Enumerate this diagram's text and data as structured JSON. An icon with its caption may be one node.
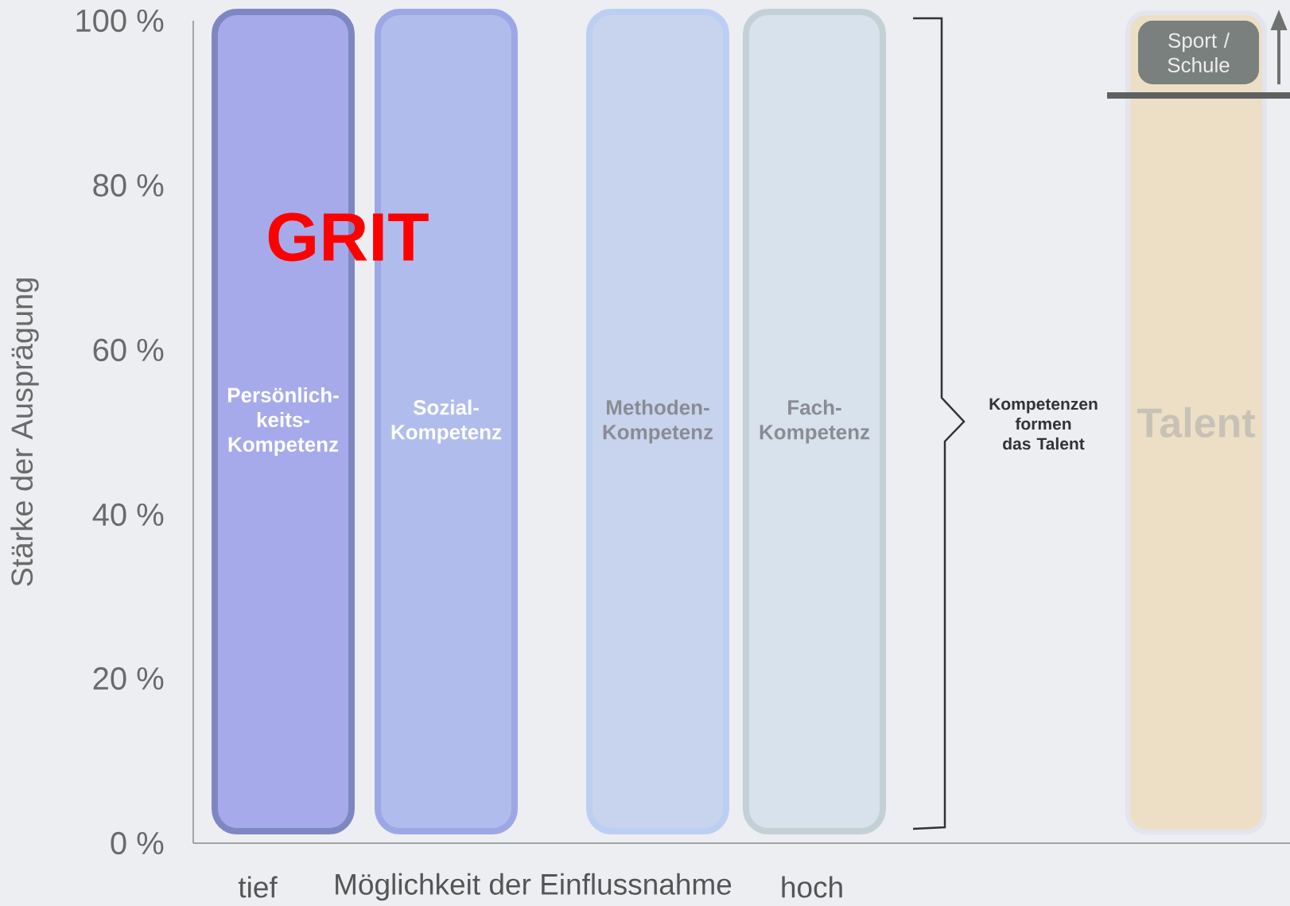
{
  "diagram": {
    "nodes": [
      {
        "text": [
          "Persönlich- keits- Kompetenz"
        ]
      },
      {
        "text": [
          "Sozial- Kompetenz"
        ]
      },
      {
        "text": [
          "Methoden- Kompetenz"
        ]
      },
      {
        "text": [
          "Fach- Kompetenz"
        ]
      },
      {
        "text": [
          "Talent"
        ]
      },
      {
        "text": [
          "Sport / Schule"
        ],
        "in": 4
      }
    ],
    "labels": [
      "100 %",
      "80 %",
      "60 %",
      "40 %",
      "20 %",
      "0 %",
      "Stärke der Ausprägung",
      "GRIT",
      "Kompetenzen formen das Talent",
      "tief",
      "Möglichkeit der Einflussnahme",
      "hoch"
    ]
  }
}
